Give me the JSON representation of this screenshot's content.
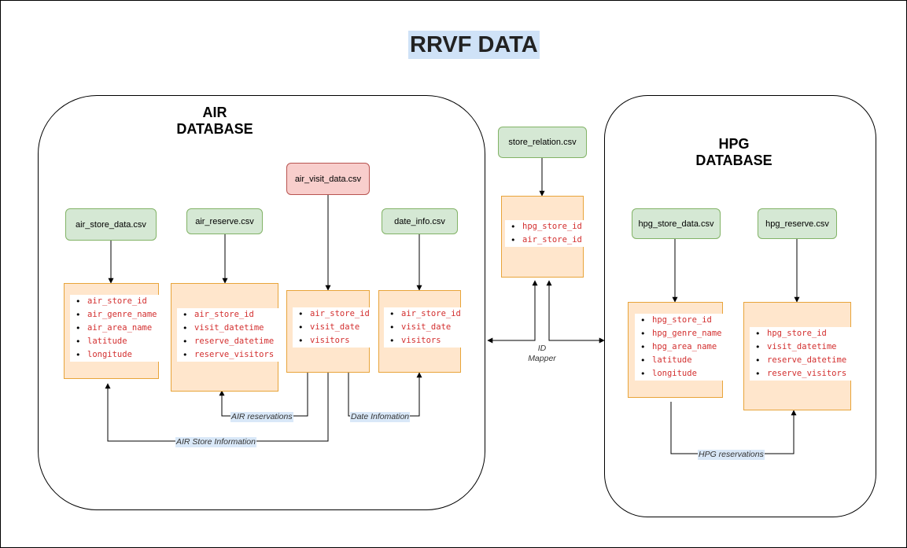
{
  "title": "RRVF DATA",
  "colors": {
    "file_green": "#d5e8d4",
    "file_red": "#f8cecc",
    "field_box": "#ffe6cc",
    "field_text": "#d32f2f",
    "label_bg": "#d9e8f8"
  },
  "air": {
    "title": "AIR\nDATABASE",
    "files": {
      "store": "air_store_data.csv",
      "reserve": "air_reserve.csv",
      "visit": "air_visit_data.csv",
      "date": "date_info.csv"
    },
    "fields": {
      "store": [
        "air_store_id",
        "air_genre_name",
        "air_area_name",
        "latitude",
        "longitude"
      ],
      "reserve": [
        "air_store_id",
        "visit_datetime",
        "reserve_datetime",
        "reserve_visitors"
      ],
      "visit": [
        "air_store_id",
        "visit_date",
        "visitors"
      ],
      "date": [
        "air_store_id",
        "visit_date",
        "visitors"
      ]
    },
    "labels": {
      "reservations": "AIR reservations",
      "date_info": "Date Infomation",
      "store_info": "AIR Store Information"
    }
  },
  "relation": {
    "file": "store_relation.csv",
    "fields": [
      "hpg_store_id",
      "air_store_id"
    ],
    "mapper_label": "ID\nMapper"
  },
  "hpg": {
    "title": "HPG\nDATABASE",
    "files": {
      "store": "hpg_store_data.csv",
      "reserve": "hpg_reserve.csv"
    },
    "fields": {
      "store": [
        "hpg_store_id",
        "hpg_genre_name",
        "hpg_area_name",
        "latitude",
        "longitude"
      ],
      "reserve": [
        "hpg_store_id",
        "visit_datetime",
        "reserve_datetime",
        "reserve_visitors"
      ]
    },
    "labels": {
      "reservations": "HPG reservations"
    }
  }
}
